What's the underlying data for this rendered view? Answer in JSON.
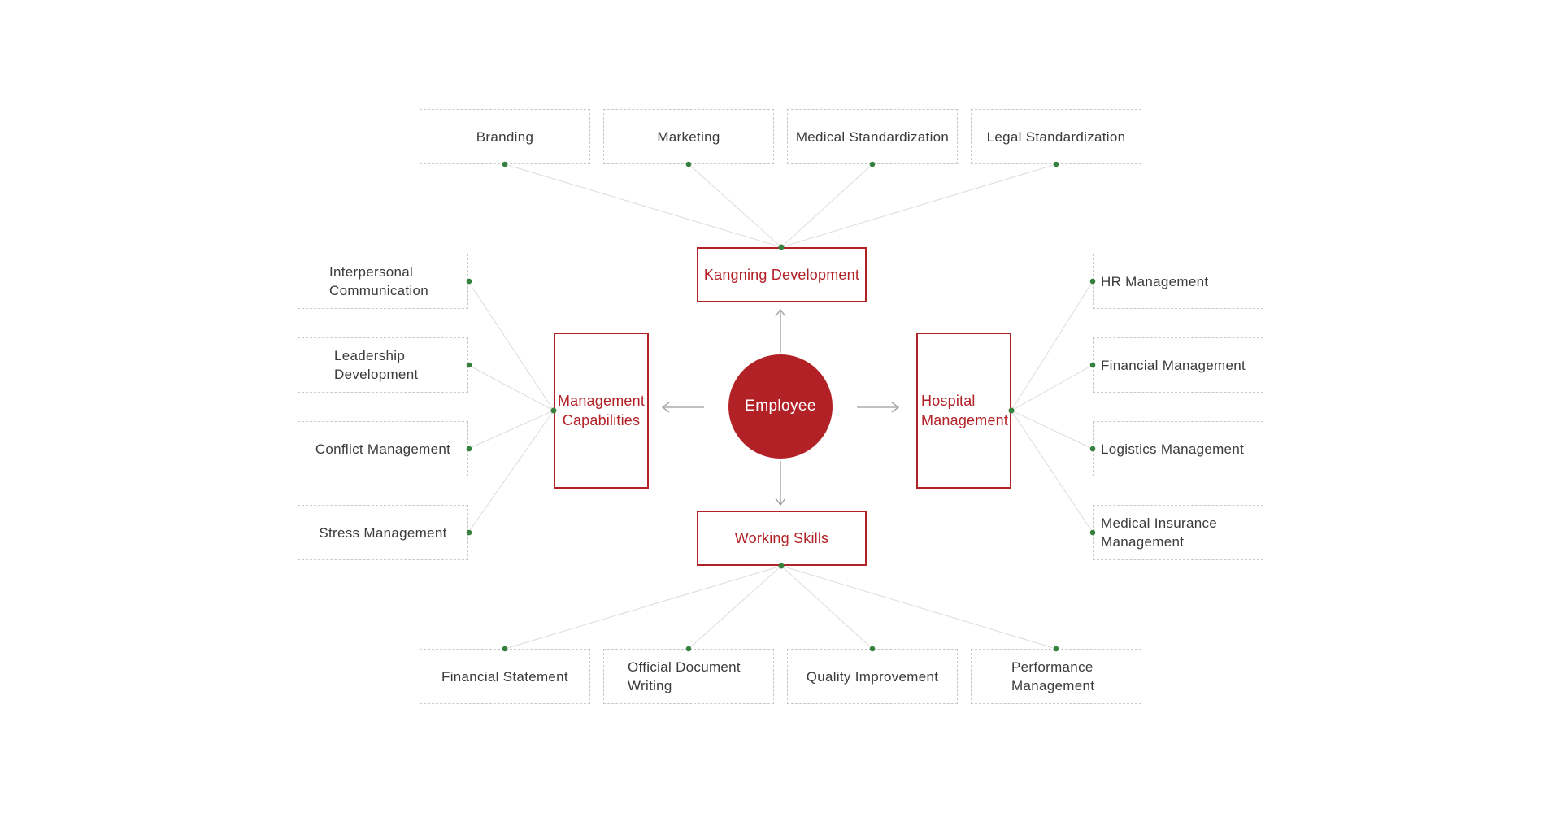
{
  "colors": {
    "accent_red": "#b22126",
    "node_text_gray": "#3b3b3b",
    "dashed_border_gray": "#c9c9c9",
    "connector_line_gray": "#dcdcdc",
    "arrow_gray": "#9c9c9c",
    "dot_green": "#35813d",
    "background": "#ffffff",
    "center_text": "#ffffff"
  },
  "diagram": {
    "center": {
      "label": "Employee"
    },
    "branches": {
      "top": {
        "label": "Kangning Development",
        "children": [
          "Branding",
          "Marketing",
          "Medical Standardization",
          "Legal Standardization"
        ]
      },
      "left": {
        "label": "Management Capabilities",
        "children": [
          "Interpersonal Communication",
          "Leadership Development",
          "Conflict Management",
          "Stress Management"
        ]
      },
      "right": {
        "label": "Hospital Management",
        "children": [
          "HR Management",
          "Financial Management",
          "Logistics Management",
          "Medical Insurance Management"
        ]
      },
      "bottom": {
        "label": "Working Skills",
        "children": [
          "Financial Statement",
          "Official Document Writing",
          "Quality Improvement",
          "Performance Management"
        ]
      }
    }
  }
}
